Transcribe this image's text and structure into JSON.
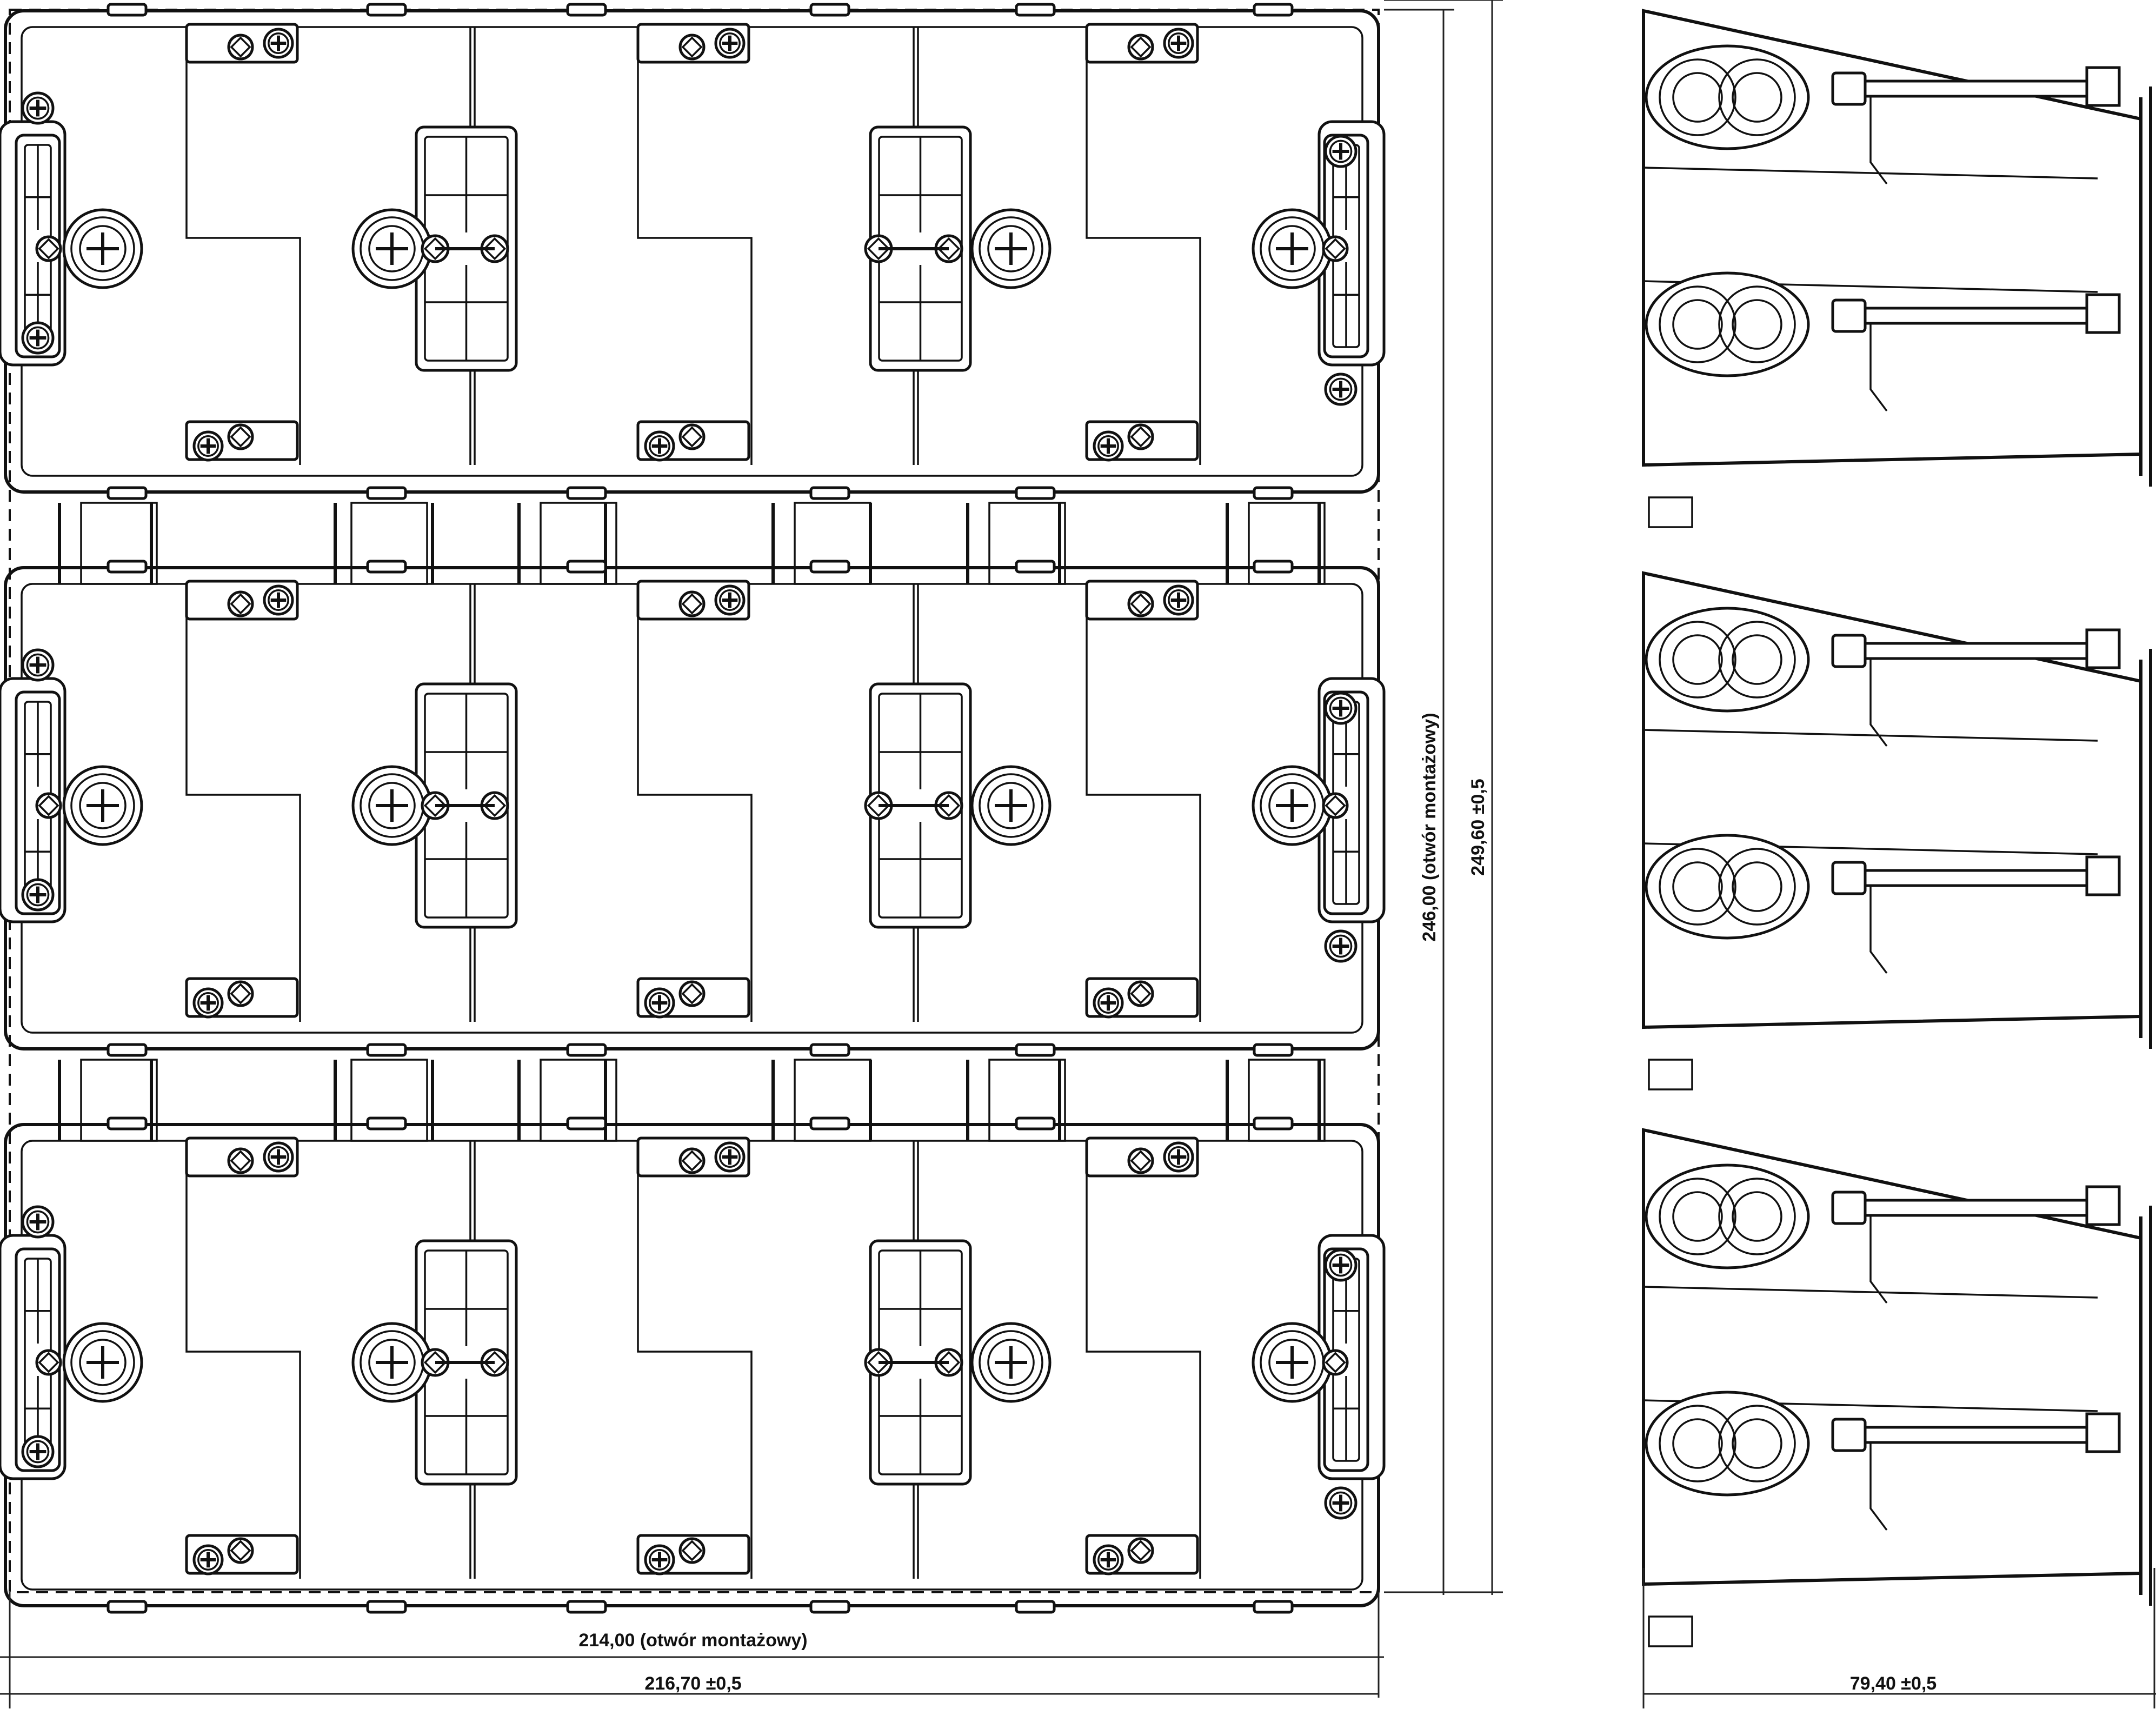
{
  "dimensions": {
    "width_mounting_hole": "214,00  (otwór montażowy)",
    "width_outer": "216,70 ±0,5",
    "height_mounting_hole": "246,00  (otwór montażowy)",
    "height_outer": "249,60 ±0,5",
    "depth": "79,40 ±0,5"
  },
  "icons": [
    "mounting-screw-icon",
    "cable-entry-icon",
    "fixing-claw-icon"
  ],
  "colors": {
    "line": "#111111",
    "background": "#ffffff"
  }
}
